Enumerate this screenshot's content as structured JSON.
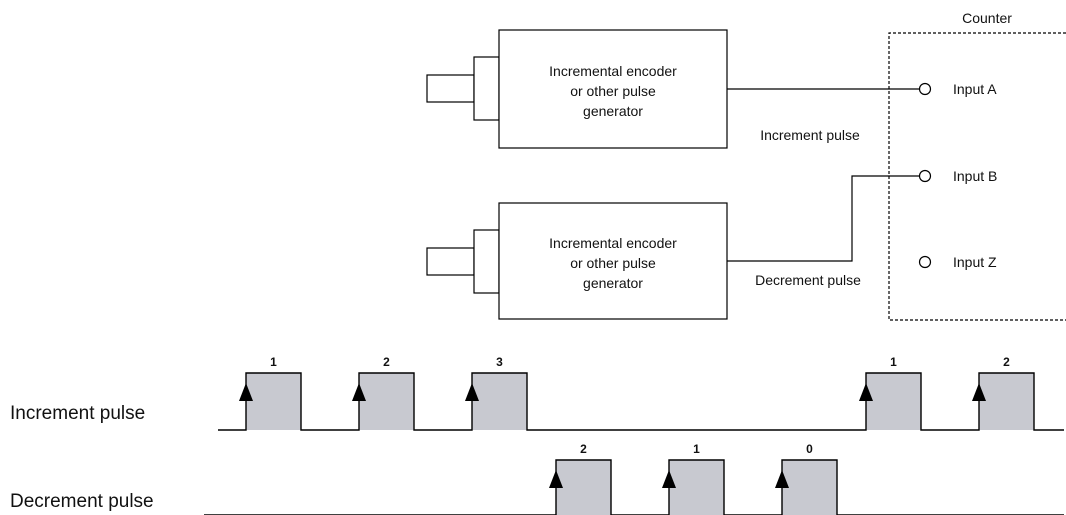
{
  "counter": {
    "title": "Counter",
    "inputs": {
      "a": "Input A",
      "b": "Input B",
      "z": "Input Z"
    }
  },
  "encoders": {
    "top": {
      "line1": "Incremental encoder",
      "line2": "or other pulse",
      "line3": "generator"
    },
    "bottom": {
      "line1": "Incremental encoder",
      "line2": "or other pulse",
      "line3": "generator"
    }
  },
  "wire_labels": {
    "increment": "Increment pulse",
    "decrement": "Decrement pulse"
  },
  "timing": {
    "increment_label": "Increment pulse",
    "decrement_label": "Decrement pulse",
    "increment_counts": [
      "1",
      "2",
      "3",
      "1",
      "2"
    ],
    "decrement_counts": [
      "2",
      "1",
      "0"
    ]
  },
  "colors": {
    "pulse_fill": "#c8c9d0",
    "line": "#000000"
  }
}
